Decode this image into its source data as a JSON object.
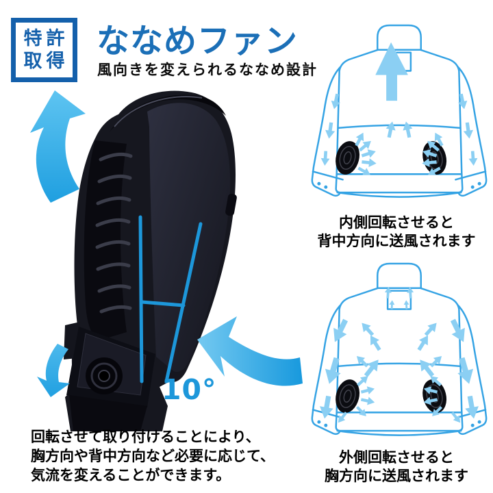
{
  "badge": {
    "line1": "特許",
    "line2": "取得"
  },
  "header": {
    "title": "ななめファン",
    "subtitle": "風向きを変えられるななめ設計"
  },
  "fan_photo": {
    "description": "black fan unit viewed from the side, tilted mount",
    "angle_label": "10°"
  },
  "diagrams": {
    "inner": {
      "caption_line1": "内側回転させると",
      "caption_line2": "背中方向に送風されます"
    },
    "outer": {
      "caption_line1": "外側回転させると",
      "caption_line2": "胸方向に送風されます"
    }
  },
  "footer_note": {
    "line1": "回転させて取り付けることにより、",
    "line2": "胸方向や背中方向など必要に応じて、",
    "line3": "気流を変えることができます。"
  },
  "colors": {
    "brand_blue": "#1b6fb7",
    "badge_blue": "#1460ab",
    "accent_blue": "#1d97da",
    "jacket_outline_blue": "#35a3e4",
    "airflow_fill_blue": "#8bcff3",
    "arrow_gradient_light": "#6fc8f2",
    "arrow_gradient_deep": "#1899dd",
    "fan_body_dark": "#16171f"
  }
}
